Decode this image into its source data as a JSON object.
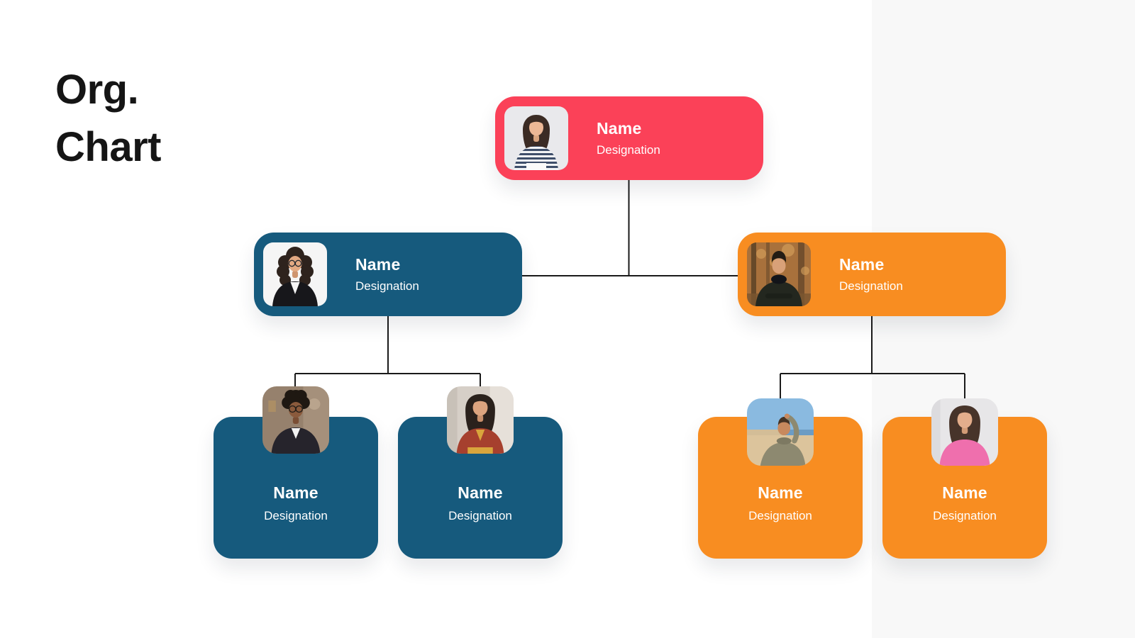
{
  "slide": {
    "background": "#FFFFFF",
    "side_panel_color": "#F8F8F8",
    "connector_color": "#1A1A1A",
    "title": {
      "line1": "Org.",
      "line2": "Chart",
      "color": "#151515"
    }
  },
  "cards": {
    "root": {
      "name": "Name",
      "designation": "Designation",
      "color": "#FB4158",
      "text_color": "#FFFFFF",
      "photo": {
        "subject": "woman-striped-top-arms-crossed",
        "bg": "#E9E9EC",
        "hair": "#3B2B24",
        "skin": "#EDB896",
        "stripe_dark": "#3E4E6A",
        "stripe_light": "#F2F3F5",
        "pants": "#FAFAFA"
      }
    },
    "managers": [
      {
        "name": "Name",
        "designation": "Designation",
        "color": "#165A7D",
        "text_color": "#FFFFFF",
        "photo": {
          "subject": "woman-curly-hair-black-blazer",
          "bg": "#F5F5F5",
          "hair": "#2E231D",
          "skin": "#E3A982",
          "top": "#17171B",
          "shirt": "#F6F6F6"
        }
      },
      {
        "name": "Name",
        "designation": "Designation",
        "color": "#F88D21",
        "text_color": "#FFFFFF",
        "photo": {
          "subject": "man-scarf-autumn-forest",
          "bg": "#A8713C",
          "trunk": "#5C4226",
          "foliage": "#D9A35E",
          "hair": "#241C14",
          "skin": "#D9A178",
          "top": "#23271F",
          "scarf": "#121419"
        }
      }
    ],
    "employees": [
      {
        "name": "Name",
        "designation": "Designation",
        "color": "#165A7D",
        "text_color": "#FFFFFF",
        "photo": {
          "subject": "man-afro-glasses-indoors",
          "bg": "#96816D",
          "accent": "#B39C86",
          "hair": "#1F1812",
          "skin": "#8A5A3C",
          "top": "#26242C",
          "shirt": "#F2F2F2"
        }
      },
      {
        "name": "Name",
        "designation": "Designation",
        "color": "#165A7D",
        "text_color": "#FFFFFF",
        "photo": {
          "subject": "woman-red-cardigan-seated",
          "bg": "#D6CFC7",
          "accent": "#E6E0D9",
          "hair": "#2A211C",
          "skin": "#DCA47F",
          "top": "#A6402E",
          "inner": "#D9A53C"
        }
      },
      {
        "name": "Name",
        "designation": "Designation",
        "color": "#F88D21",
        "text_color": "#FFFFFF",
        "photo": {
          "subject": "man-khaki-jacket-beach",
          "sky": "#8ABAE0",
          "water": "#6C9CC4",
          "sand": "#DCC49C",
          "hair": "#453325",
          "skin": "#C8895E",
          "top": "#8D8970"
        }
      },
      {
        "name": "Name",
        "designation": "Designation",
        "color": "#F88D21",
        "text_color": "#FFFFFF",
        "photo": {
          "subject": "woman-pink-sweater",
          "bg": "#E7E6E8",
          "hair": "#47342A",
          "skin": "#E3AE8C",
          "top": "#EF6FAD"
        }
      }
    ]
  }
}
